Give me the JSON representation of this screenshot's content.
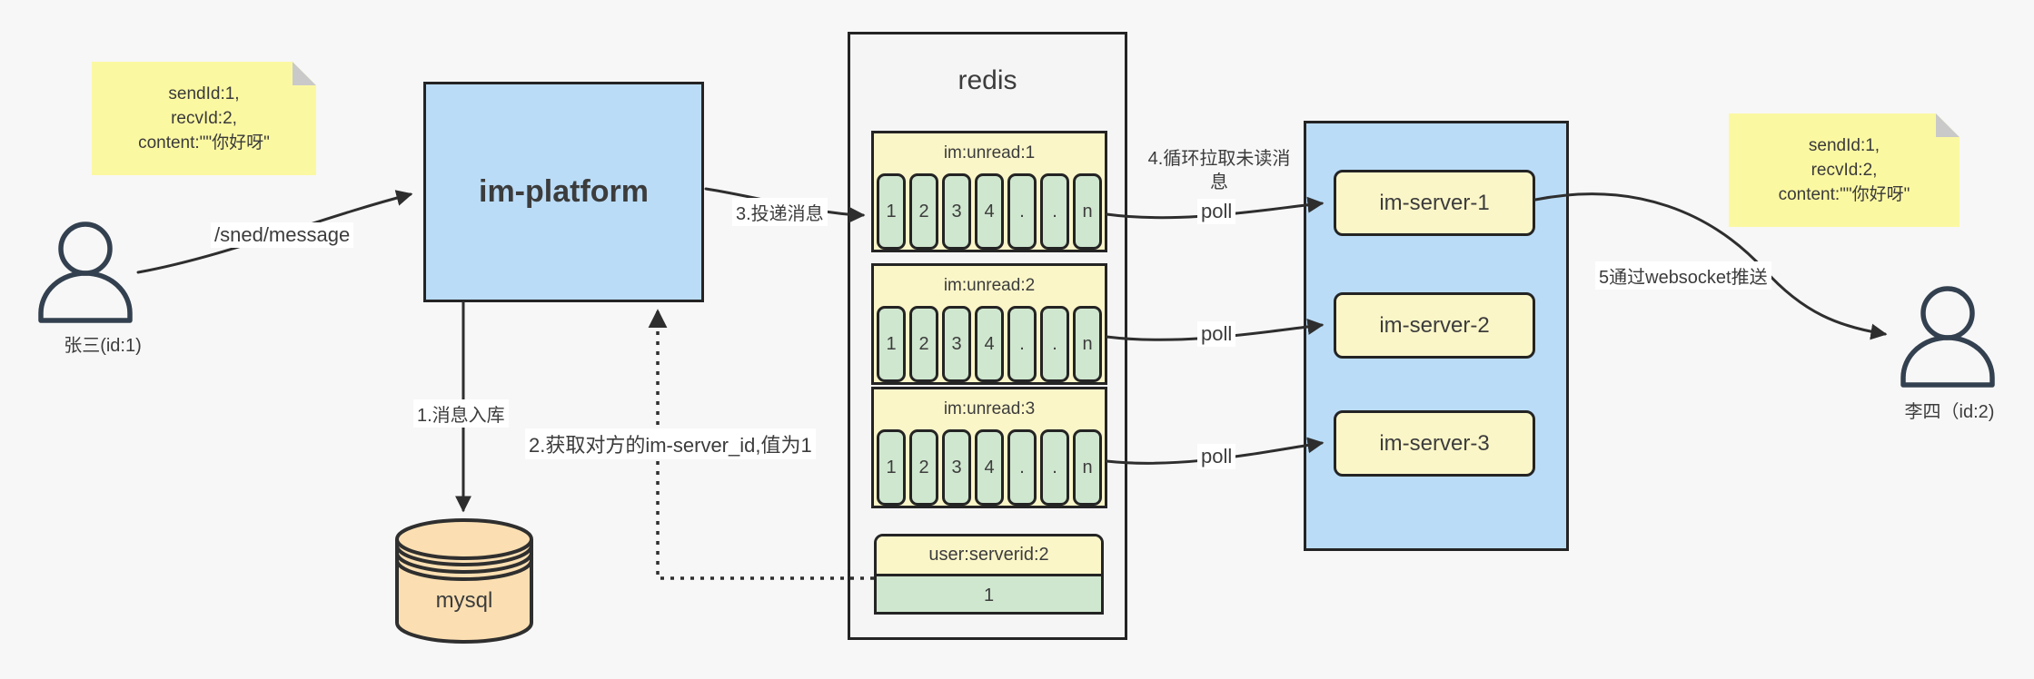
{
  "colors": {
    "background": "#f7f7f7",
    "box_blue": "#badcf7",
    "pale_yellow": "#fbf6c8",
    "cell_green": "#cfe7cf",
    "db_peach": "#fbdfb2",
    "note_yellow": "#fbf8a2",
    "line": "#2e2e2e",
    "border": "#242424"
  },
  "notes": {
    "left": {
      "lines": [
        "sendId:1,",
        "recvId:2,",
        "content:\"\"你好呀\""
      ]
    },
    "right": {
      "lines": [
        "sendId:1,",
        "recvId:2,",
        "content:\"\"你好呀\""
      ]
    }
  },
  "actors": {
    "sender": {
      "label": "张三(id:1)"
    },
    "receiver": {
      "label": "李四（id:2)"
    }
  },
  "platform": {
    "label": "im-platform"
  },
  "database": {
    "label": "mysql"
  },
  "redis": {
    "title": "redis",
    "queues": [
      {
        "header": "im:unread:1",
        "cells": [
          "1",
          "2",
          "3",
          "4",
          ".",
          ".",
          "n"
        ]
      },
      {
        "header": "im:unread:2",
        "cells": [
          "1",
          "2",
          "3",
          "4",
          ".",
          ".",
          "n"
        ]
      },
      {
        "header": "im:unread:3",
        "cells": [
          "1",
          "2",
          "3",
          "4",
          ".",
          ".",
          "n"
        ]
      }
    ],
    "kv": {
      "header": "user:serverid:2",
      "value": "1"
    }
  },
  "servers": [
    {
      "label": "im-server-1"
    },
    {
      "label": "im-server-2"
    },
    {
      "label": "im-server-3"
    }
  ],
  "edges": {
    "send": "/sned/message",
    "store": "1.消息入库",
    "lookup": "2.获取对方的im-server_id,值为1",
    "deliver": "3.投递消息",
    "pull_note": "4.循环拉取未读消息",
    "poll": "poll",
    "push": "5通过websocket推送"
  }
}
